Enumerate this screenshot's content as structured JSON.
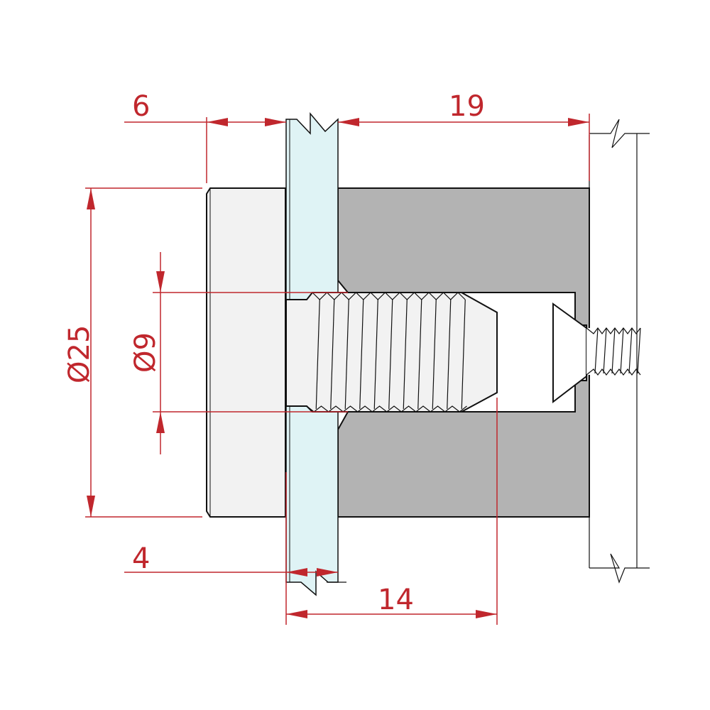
{
  "title": "Glass standoff fitting section drawing",
  "colors": {
    "dimension": "#c0272d",
    "glass": "#dff3f5",
    "body": "#b3b3b3",
    "cap": "#f2f2f2"
  },
  "dimensions": {
    "cap_thickness": "6",
    "body_length": "19",
    "cap_diameter": "Ø25",
    "bolt_diameter": "Ø9",
    "glass_thickness": "4",
    "bolt_length": "14"
  }
}
